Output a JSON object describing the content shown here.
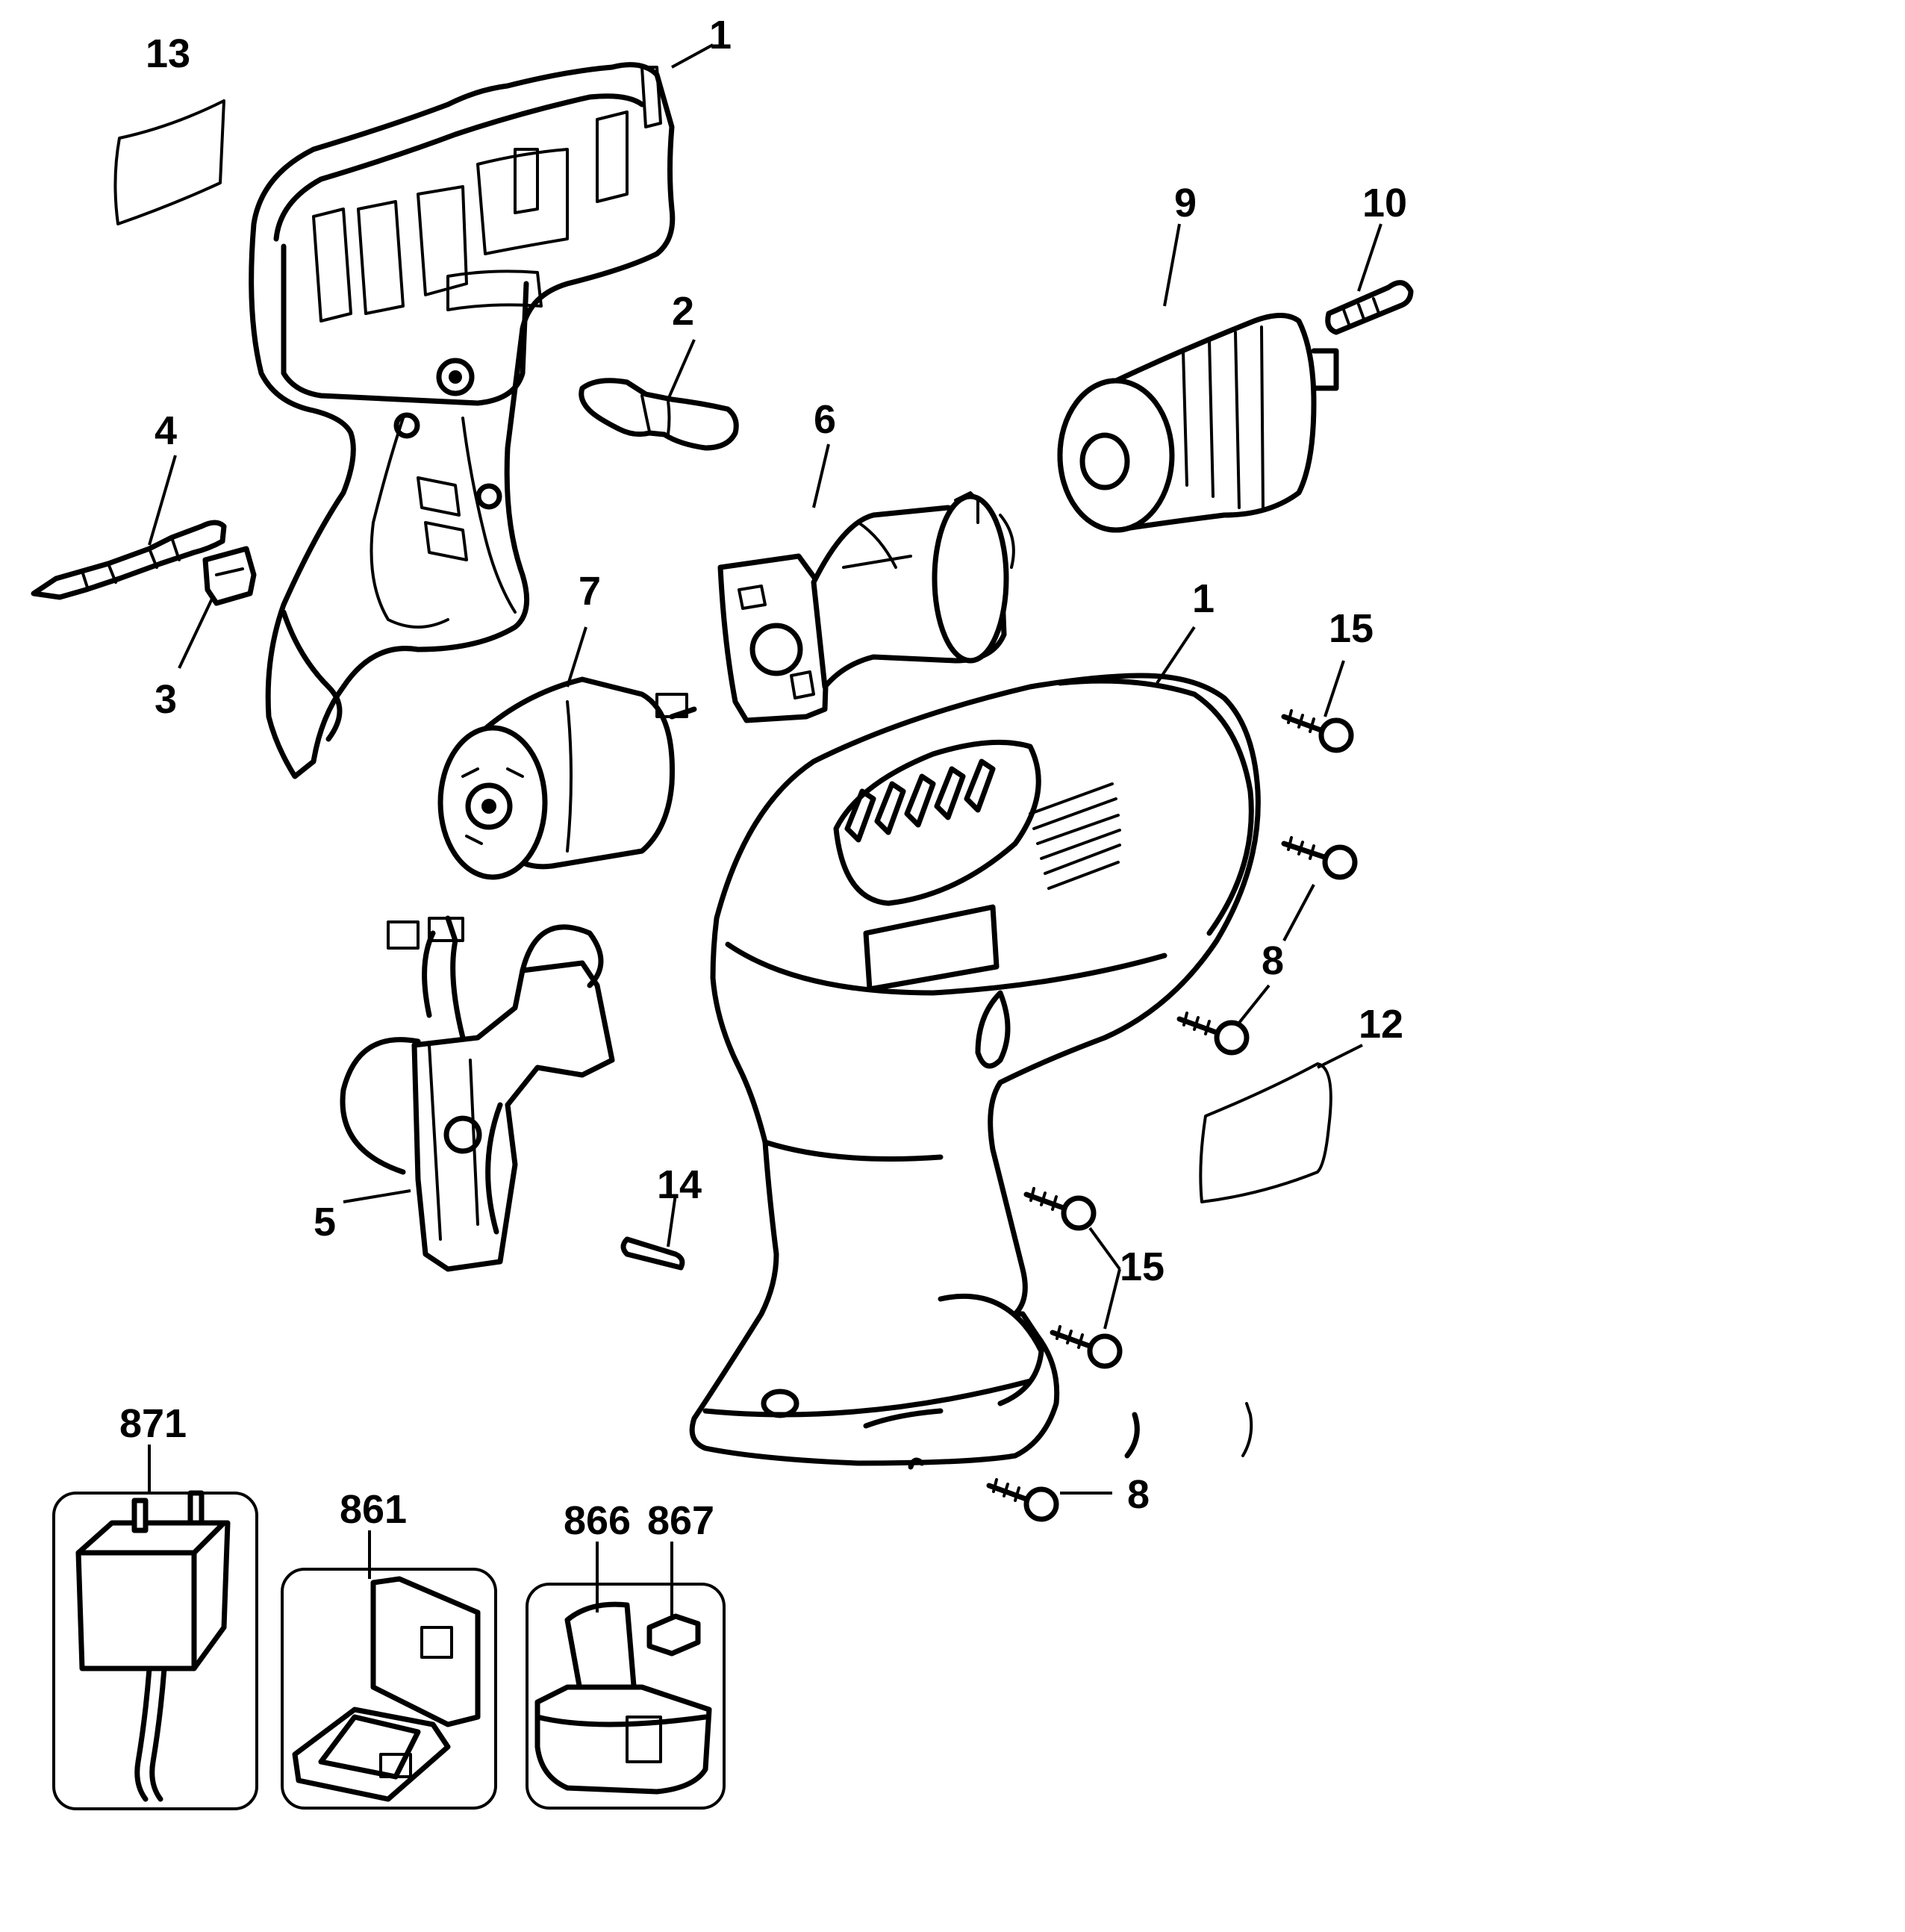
{
  "diagram": {
    "labels": {
      "l1a": "1",
      "l1b": "1",
      "l2": "2",
      "l3": "3",
      "l4": "4",
      "l5": "5",
      "l6": "6",
      "l7": "7",
      "l8a": "8",
      "l8b": "8",
      "l9": "9",
      "l10": "10",
      "l12": "12",
      "l13": "13",
      "l14": "14",
      "l15a": "15",
      "l15b": "15",
      "l861": "861",
      "l866": "866",
      "l867": "867",
      "l871": "871"
    }
  }
}
